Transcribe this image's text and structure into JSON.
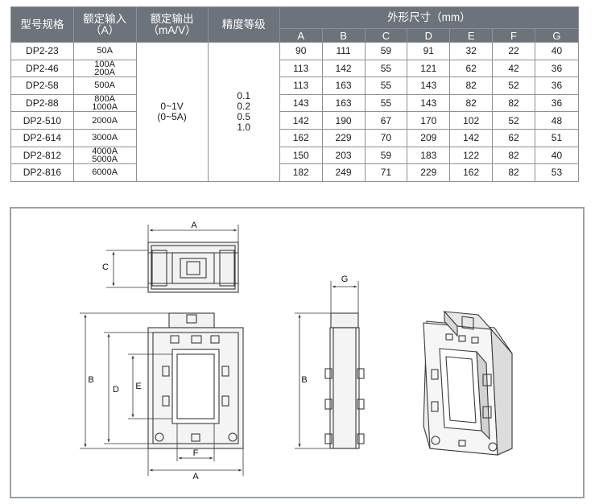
{
  "table": {
    "headers": {
      "model": "型号规格",
      "input_line1": "额定输入",
      "input_line2": "（A）",
      "output_line1": "额定输出",
      "output_line2": "（mA/V）",
      "accuracy": "精度等级",
      "dimensions": "外形尺寸（mm）",
      "dim_cols": [
        "A",
        "B",
        "C",
        "D",
        "E",
        "F",
        "G"
      ]
    },
    "rows": [
      {
        "model": "DP2-23",
        "input": [
          "50A"
        ],
        "dims": [
          "90",
          "111",
          "59",
          "91",
          "32",
          "22",
          "40"
        ]
      },
      {
        "model": "DP2-46",
        "input": [
          "100A",
          "200A"
        ],
        "dims": [
          "113",
          "142",
          "55",
          "121",
          "62",
          "42",
          "36"
        ]
      },
      {
        "model": "DP2-58",
        "input": [
          "500A"
        ],
        "dims": [
          "113",
          "163",
          "55",
          "143",
          "82",
          "52",
          "36"
        ]
      },
      {
        "model": "DP2-88",
        "input": [
          "800A",
          "1000A"
        ],
        "dims": [
          "143",
          "163",
          "55",
          "143",
          "82",
          "82",
          "36"
        ]
      },
      {
        "model": "DP2-510",
        "input": [
          "2000A"
        ],
        "dims": [
          "142",
          "190",
          "67",
          "170",
          "102",
          "52",
          "48"
        ]
      },
      {
        "model": "DP2-614",
        "input": [
          "3000A"
        ],
        "dims": [
          "162",
          "229",
          "70",
          "209",
          "142",
          "62",
          "51"
        ]
      },
      {
        "model": "DP2-812",
        "input": [
          "4000A",
          "5000A"
        ],
        "dims": [
          "150",
          "203",
          "59",
          "183",
          "122",
          "82",
          "40"
        ]
      },
      {
        "model": "DP2-816",
        "input": [
          "6000A"
        ],
        "dims": [
          "182",
          "249",
          "71",
          "229",
          "162",
          "82",
          "53"
        ]
      }
    ],
    "output_values": [
      "0~1V",
      "(0~5A)"
    ],
    "accuracy_values": [
      "0.1",
      "0.2",
      "0.5",
      "1.0"
    ]
  },
  "drawing": {
    "labels": {
      "top_width": "A",
      "top_depth": "C",
      "front_height": "B",
      "front_d": "D",
      "front_e": "E",
      "front_f": "F",
      "front_width": "A",
      "side_g": "G",
      "side_height": "B"
    }
  },
  "colors": {
    "header_bg": "#6d737b",
    "header_text": "#ffffff",
    "border": "#8c9097",
    "panel_border": "#9aa0a6",
    "line": "#3a3a3a"
  }
}
